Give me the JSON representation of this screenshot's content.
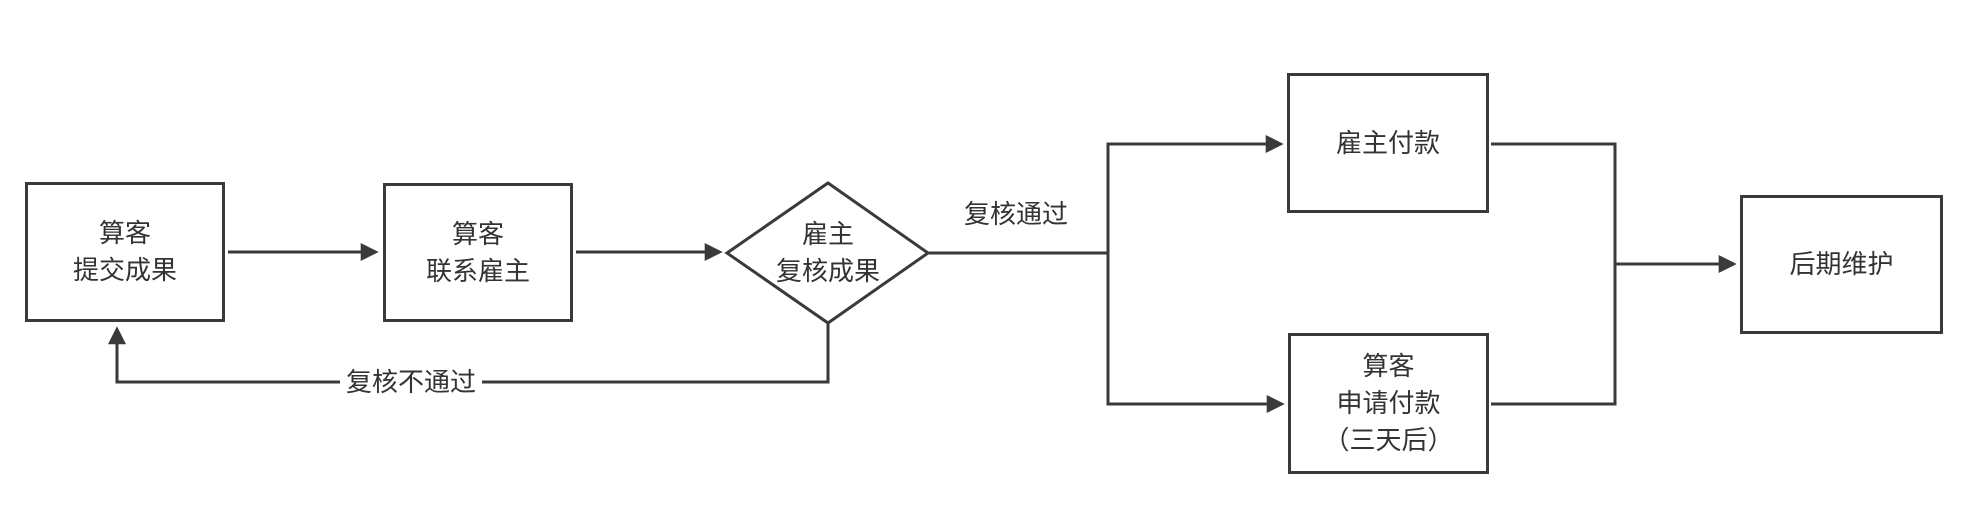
{
  "flowchart": {
    "nodes": {
      "submit_results": {
        "shape": "process",
        "lines": [
          "算客",
          "提交成果"
        ]
      },
      "contact_employer": {
        "shape": "process",
        "lines": [
          "算客",
          "联系雇主"
        ]
      },
      "review_results": {
        "shape": "decision",
        "lines": [
          "雇主",
          "复核成果"
        ]
      },
      "employer_pays": {
        "shape": "process",
        "lines": [
          "雇主付款"
        ]
      },
      "request_payment": {
        "shape": "process",
        "lines": [
          "算客",
          "申请付款",
          "（三天后）"
        ]
      },
      "maintenance": {
        "shape": "process",
        "lines": [
          "后期维护"
        ]
      }
    },
    "edge_labels": {
      "review_pass": "复核通过",
      "review_fail": "复核不通过"
    },
    "colors": {
      "stroke": "#3a3a3c",
      "text": "#333333",
      "background": "#ffffff"
    }
  }
}
